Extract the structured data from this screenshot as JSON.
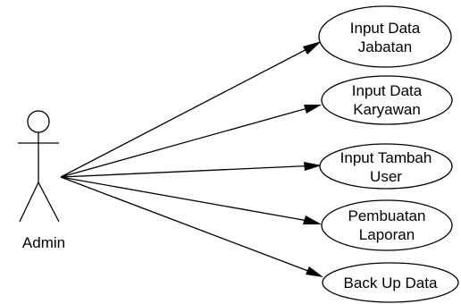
{
  "diagram": {
    "actor": {
      "name": "Admin",
      "icon": "stick-figure-actor-icon"
    },
    "use_cases": [
      {
        "id": "input-data-jabatan",
        "lines": [
          "Input Data",
          "Jabatan"
        ]
      },
      {
        "id": "input-data-karyawan",
        "lines": [
          "Input Data",
          "Karyawan"
        ]
      },
      {
        "id": "input-tambah-user",
        "lines": [
          "Input Tambah",
          "User"
        ]
      },
      {
        "id": "pembuatan-laporan",
        "lines": [
          "Pembuatan",
          "Laporan"
        ]
      },
      {
        "id": "back-up-data",
        "lines": [
          "Back Up Data"
        ]
      }
    ],
    "associations": [
      {
        "from": "Admin",
        "to": "input-data-jabatan",
        "arrow": "filled"
      },
      {
        "from": "Admin",
        "to": "input-data-karyawan",
        "arrow": "filled"
      },
      {
        "from": "Admin",
        "to": "input-tambah-user",
        "arrow": "filled"
      },
      {
        "from": "Admin",
        "to": "pembuatan-laporan",
        "arrow": "filled"
      },
      {
        "from": "Admin",
        "to": "back-up-data",
        "arrow": "filled"
      }
    ],
    "colors": {
      "stroke": "#000000",
      "fill": "#ffffff",
      "text": "#000000"
    }
  }
}
